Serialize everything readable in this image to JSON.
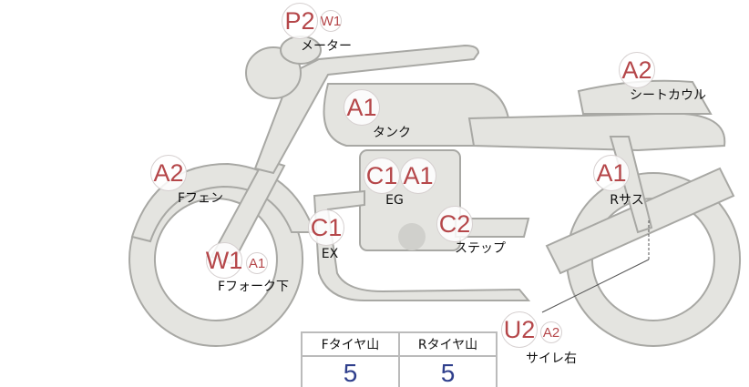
{
  "colors": {
    "code": "#b5474a",
    "value": "#2f3f8c",
    "body": "#e4e4e0"
  },
  "markers": {
    "meter": {
      "codes": [
        "P2",
        "W1"
      ],
      "label": "メーター"
    },
    "tank": {
      "codes": [
        "A1"
      ],
      "label": "タンク"
    },
    "seat_cowl": {
      "codes": [
        "A2"
      ],
      "label": "シートカウル"
    },
    "f_fender": {
      "codes": [
        "A2"
      ],
      "label": "Fフェン"
    },
    "eg": {
      "codes": [
        "C1",
        "A1"
      ],
      "label": "EG"
    },
    "r_sus": {
      "codes": [
        "A1"
      ],
      "label": "Rサス"
    },
    "ex": {
      "codes": [
        "C1"
      ],
      "label": "EX"
    },
    "step": {
      "codes": [
        "C2"
      ],
      "label": "ステップ"
    },
    "f_fork": {
      "codes": [
        "W1",
        "A1"
      ],
      "label": "Fフォーク下"
    },
    "muffler_r": {
      "codes": [
        "U2",
        "A2"
      ],
      "label": "サイレ右"
    }
  },
  "tire_table": {
    "headers": [
      "Fタイヤ山",
      "Rタイヤ山"
    ],
    "values": [
      "5",
      "5"
    ]
  }
}
